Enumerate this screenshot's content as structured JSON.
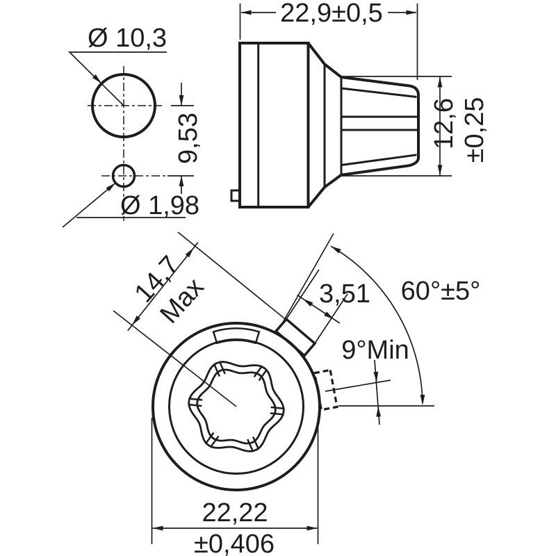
{
  "drawing": {
    "hole_pattern_view": {
      "large_hole_diameter": "Ø 10,3",
      "hole_center_distance": "9,53",
      "small_hole_diameter": "Ø 1,98"
    },
    "side_view": {
      "overall_width": "22,9±0,5",
      "tip_diameter": "12,6",
      "tip_diameter_tolerance": "±0,25"
    },
    "front_view": {
      "pointer_length_max": "14,7",
      "pointer_length_qualifier": "Max",
      "tab_width": "3,51",
      "pointer_angle_max": "60°±5°",
      "pointer_angle_min": "9°Min",
      "skirt_diameter": "22,22",
      "skirt_diameter_tolerance": "±0,406"
    }
  },
  "colors": {
    "line": "#1d1d1d",
    "background": "#ffffff"
  }
}
